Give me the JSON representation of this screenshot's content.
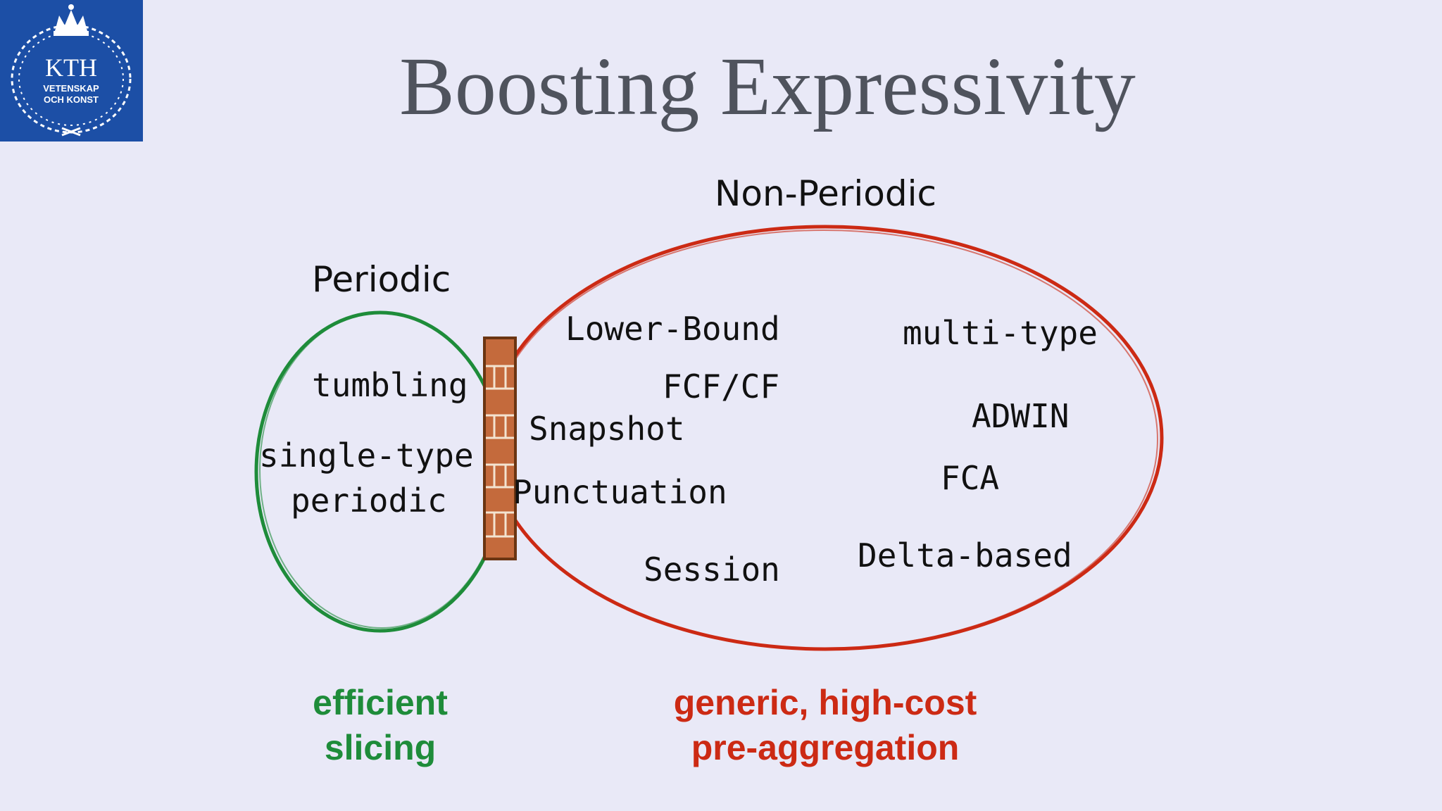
{
  "logo": {
    "name": "KTH",
    "line1": "VETENSKAP",
    "line2": "OCH KONST",
    "icon": "crown-wreath-icon"
  },
  "title": "Boosting Expressivity",
  "periodic": {
    "heading": "Periodic",
    "items": [
      "tumbling",
      "single-type",
      "periodic"
    ],
    "caption_line1": "efficient",
    "caption_line2": "slicing"
  },
  "non_periodic": {
    "heading": "Non-Periodic",
    "items": [
      "Lower-Bound",
      "multi-type",
      "FCF/CF",
      "ADWIN",
      "Snapshot",
      "FCA",
      "Punctuation",
      "Delta-based",
      "Session"
    ],
    "caption_line1": "generic, high-cost",
    "caption_line2": "pre-aggregation"
  },
  "colors": {
    "background": "#e9e9f7",
    "logo_bg": "#1c4fa6",
    "title": "#4f535d",
    "green": "#1e8c3a",
    "red": "#cc2a14",
    "wall": "#c46a3c",
    "wall_border": "#6b3512",
    "mortar": "#f3e3d0"
  },
  "wall_icon": "brick-wall-icon"
}
